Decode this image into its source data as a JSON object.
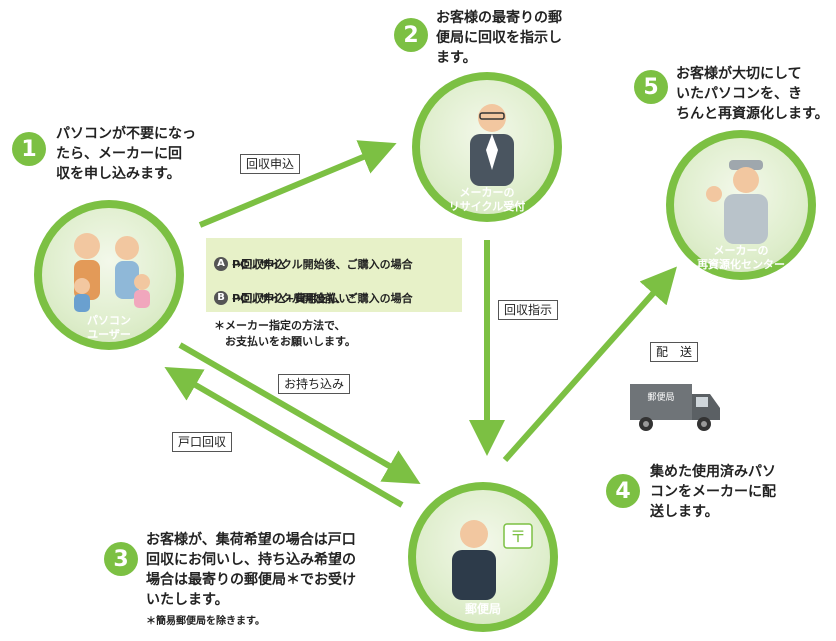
{
  "steps": [
    {
      "num": "1",
      "text": "パソコンが不要になっ\nたら、メーカーに回\n収を申し込みます。"
    },
    {
      "num": "2",
      "text": "お客様の最寄りの郵\n便局に回収を指示し\nます。"
    },
    {
      "num": "3",
      "text": "お客様が、集荷希望の場合は戸口\n回収にお伺いし、持ち込み希望の\n場合は最寄りの郵便局＊でお受け\nいたします。"
    },
    {
      "num": "4",
      "text": "集めた使用済みパソ\nコンをメーカーに配\n送します。"
    },
    {
      "num": "5",
      "text": "お客様が大切にして\nいたパソコンを、き\nちんと再資源化します。"
    }
  ],
  "step3_footnote": "＊簡易郵便局を除きます。",
  "nodes": {
    "user": "パソコン\nユーザー",
    "maker_reception": "メーカーの\nリサイクル受付",
    "recycle_center": "メーカーの\n再資源化センター",
    "post_office": "郵便局"
  },
  "arrow_labels": {
    "apply": "回収申込",
    "instruct": "回収指示",
    "bring_in": "お持ち込み",
    "door_pickup": "戸口回収",
    "delivery": "配　送"
  },
  "note": {
    "a_badge": "A",
    "a_line1": "PCリサイクル開始後、ご購入の場合",
    "a_line2": "→回収申込",
    "b_badge": "B",
    "b_line1": "PCリサイクル開始前、ご購入の場合",
    "b_line2": "→回収申込+費用支払い*",
    "footnote": "＊メーカー指定の方法で、\n　お支払いをお願いします。"
  },
  "truck_sign": "郵便局",
  "colors": {
    "green": "#7cc043",
    "green_dark": "#5aa52d",
    "note_bg": "#e7f1c8"
  }
}
